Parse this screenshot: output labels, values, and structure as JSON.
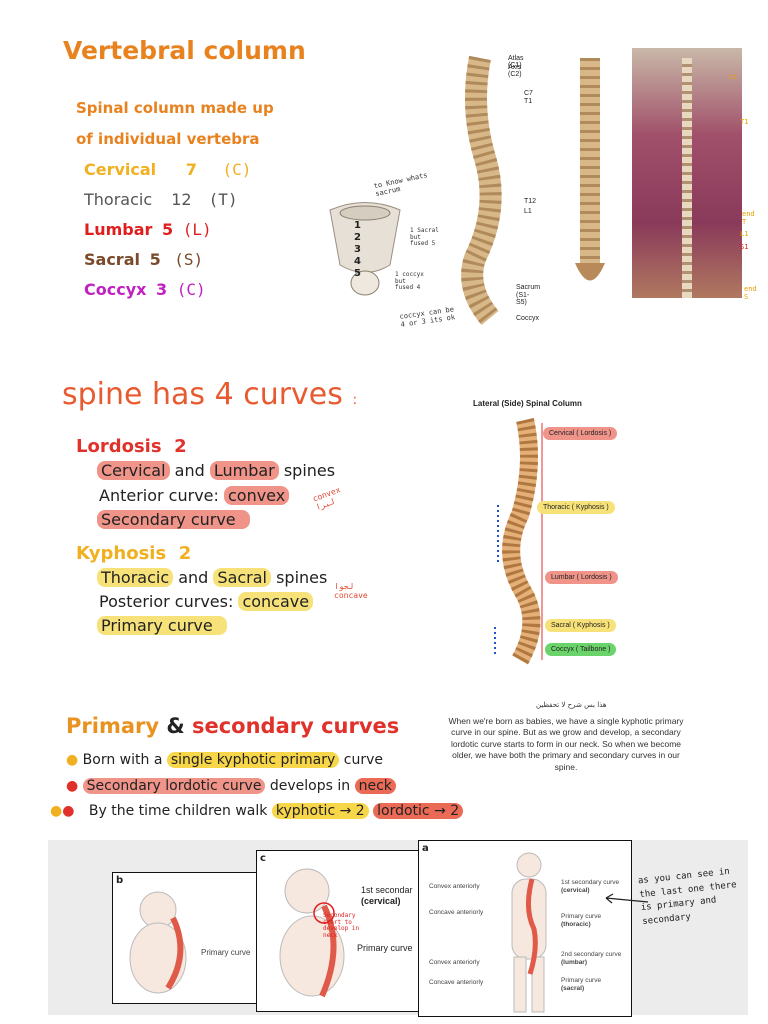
{
  "section1": {
    "title": "Vertebral column",
    "subtitle_line1": "Spinal column made up",
    "subtitle_line2": "of individual vertebra",
    "rows": [
      {
        "name": "Cervical",
        "count": "7",
        "abbr": "(C)",
        "color": "#f0b020"
      },
      {
        "name": "Thoracic",
        "count": "12",
        "abbr": "(T)",
        "color": "#555555"
      },
      {
        "name": "Lumbar",
        "count": "5",
        "abbr": "(L)",
        "color": "#e01e1e"
      },
      {
        "name": "Sacral",
        "count": "5",
        "abbr": "(S)",
        "color": "#7a4a2a"
      },
      {
        "name": "Coccyx",
        "count": "3",
        "abbr": "(C)",
        "color": "#c020c0"
      }
    ],
    "sacrum_note_top": "to Know whats sacrum",
    "sacrum_note_right": "1 Sacral but fused 5",
    "sacrum_note_bottom": "1 coccyx but fused 4",
    "coccyx_note": "coccyx can be 4 or 3 its ok",
    "sacrum_numbers": [
      "1",
      "2",
      "3",
      "4",
      "5"
    ],
    "spine_labels": [
      "Atlas (C1)",
      "Axis (C2)",
      "C7",
      "T1",
      "T12",
      "L1",
      "Sacrum",
      "(S1-S5)",
      "Coccyx"
    ],
    "back_labels": [
      "c1",
      "T1",
      "end T",
      "L1",
      "S1",
      "end S"
    ]
  },
  "section2": {
    "title": "spine has 4 curves",
    "title_suffix": ":",
    "lordosis_heading": "Lordosis  2",
    "lordosis_line1_a": "Cervical",
    "lordosis_line1_b": " and ",
    "lordosis_line1_c": "Lumbar",
    "lordosis_line1_d": " spines",
    "lordosis_line2_a": "Anterior curve: ",
    "lordosis_line2_b": "convex",
    "lordosis_line3": "Secondary curve",
    "convex_note": "convex لبرا",
    "kyphosis_heading": "Kyphosis  2",
    "kyphosis_line1_a": "Thoracic",
    "kyphosis_line1_b": " and ",
    "kyphosis_line1_c": "Sacral",
    "kyphosis_line1_d": " spines",
    "kyphosis_line2_a": "Posterior curves: ",
    "kyphosis_line2_b": "concave",
    "kyphosis_line3": "Primary curve",
    "concave_note": "لجوا concave",
    "diagram_title": "Lateral (Side) Spinal Column",
    "diagram_labels": [
      {
        "text": "Cervical ( Lordosis )",
        "color": "#f0948a"
      },
      {
        "text": "Thoracic ( Kyphosis )",
        "color": "#f7e27a"
      },
      {
        "text": "Lumbar ( Lordosis )",
        "color": "#f0948a"
      },
      {
        "text": "Sacral ( Kyphosis )",
        "color": "#f7e27a"
      },
      {
        "text": "Coccyx ( Tailbone )",
        "color": "#6ad46a"
      }
    ]
  },
  "section3": {
    "title_a": "Primary",
    "title_b": " & ",
    "title_c": "secondary curves",
    "bullet1_a": "Born with a ",
    "bullet1_b": "single kyphotic primary",
    "bullet1_c": " curve",
    "bullet2_a": "Secondary lordotic curve",
    "bullet2_b": " develops in ",
    "bullet2_c": "neck",
    "bullet3_a": "By the time children walk ",
    "bullet3_b": "kyphotic → 2",
    "bullet3_c": "lordotic → 2",
    "arabic_note": "هذا بس شرح لا تحفظين",
    "explanation": "When we're born as babies, we have a single kyphotic primary curve in our spine. But as we grow and develop, a secondary lordotic curve starts to form in our neck. So when we become older, we have both the primary and secondary curves in our spine.",
    "panel_b_letter": "b",
    "panel_b_label": "Primary curve",
    "panel_c_letter": "c",
    "panel_c_label1": "1st secondar",
    "panel_c_label2": "(cervical)",
    "panel_c_label3": "Primary curve",
    "panel_c_note": "Secondary start to develop in neck",
    "panel_a_letter": "a",
    "panel_a_left": [
      "Convex anteriorly",
      "Concave anteriorly",
      "Convex anteriorly",
      "Concave anteriorly"
    ],
    "panel_a_right": [
      "1st secondary curve",
      "(cervical)",
      "Primary curve",
      "(thoracic)",
      "2nd secondary curve",
      "(lumbar)",
      "Primary curve",
      "(sacral)"
    ],
    "side_note": "as you can see in the last one there is primary and secondary"
  }
}
